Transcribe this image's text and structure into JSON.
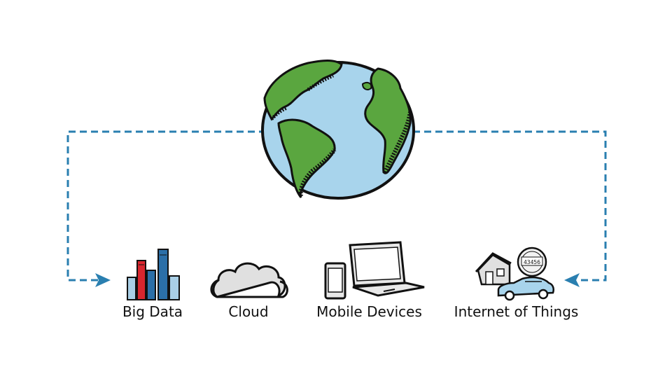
{
  "diagram": {
    "items": [
      {
        "label": "Big Data",
        "icon": "bar-chart-icon"
      },
      {
        "label": "Cloud",
        "icon": "cloud-icon"
      },
      {
        "label": "Mobile Devices",
        "icon": "mobile-devices-icon"
      },
      {
        "label": "Internet of Things",
        "icon": "iot-icon"
      }
    ],
    "meter_reading": "43456",
    "colors": {
      "ocean": "#a8d4ec",
      "land": "#5aa63f",
      "connector": "#2a7fb0",
      "bar_red": "#d8262e",
      "bar_blue": "#2b6fa8",
      "bar_light": "#a9cfe6",
      "car": "#a8d4ec",
      "gray": "#e0e0e0"
    }
  }
}
